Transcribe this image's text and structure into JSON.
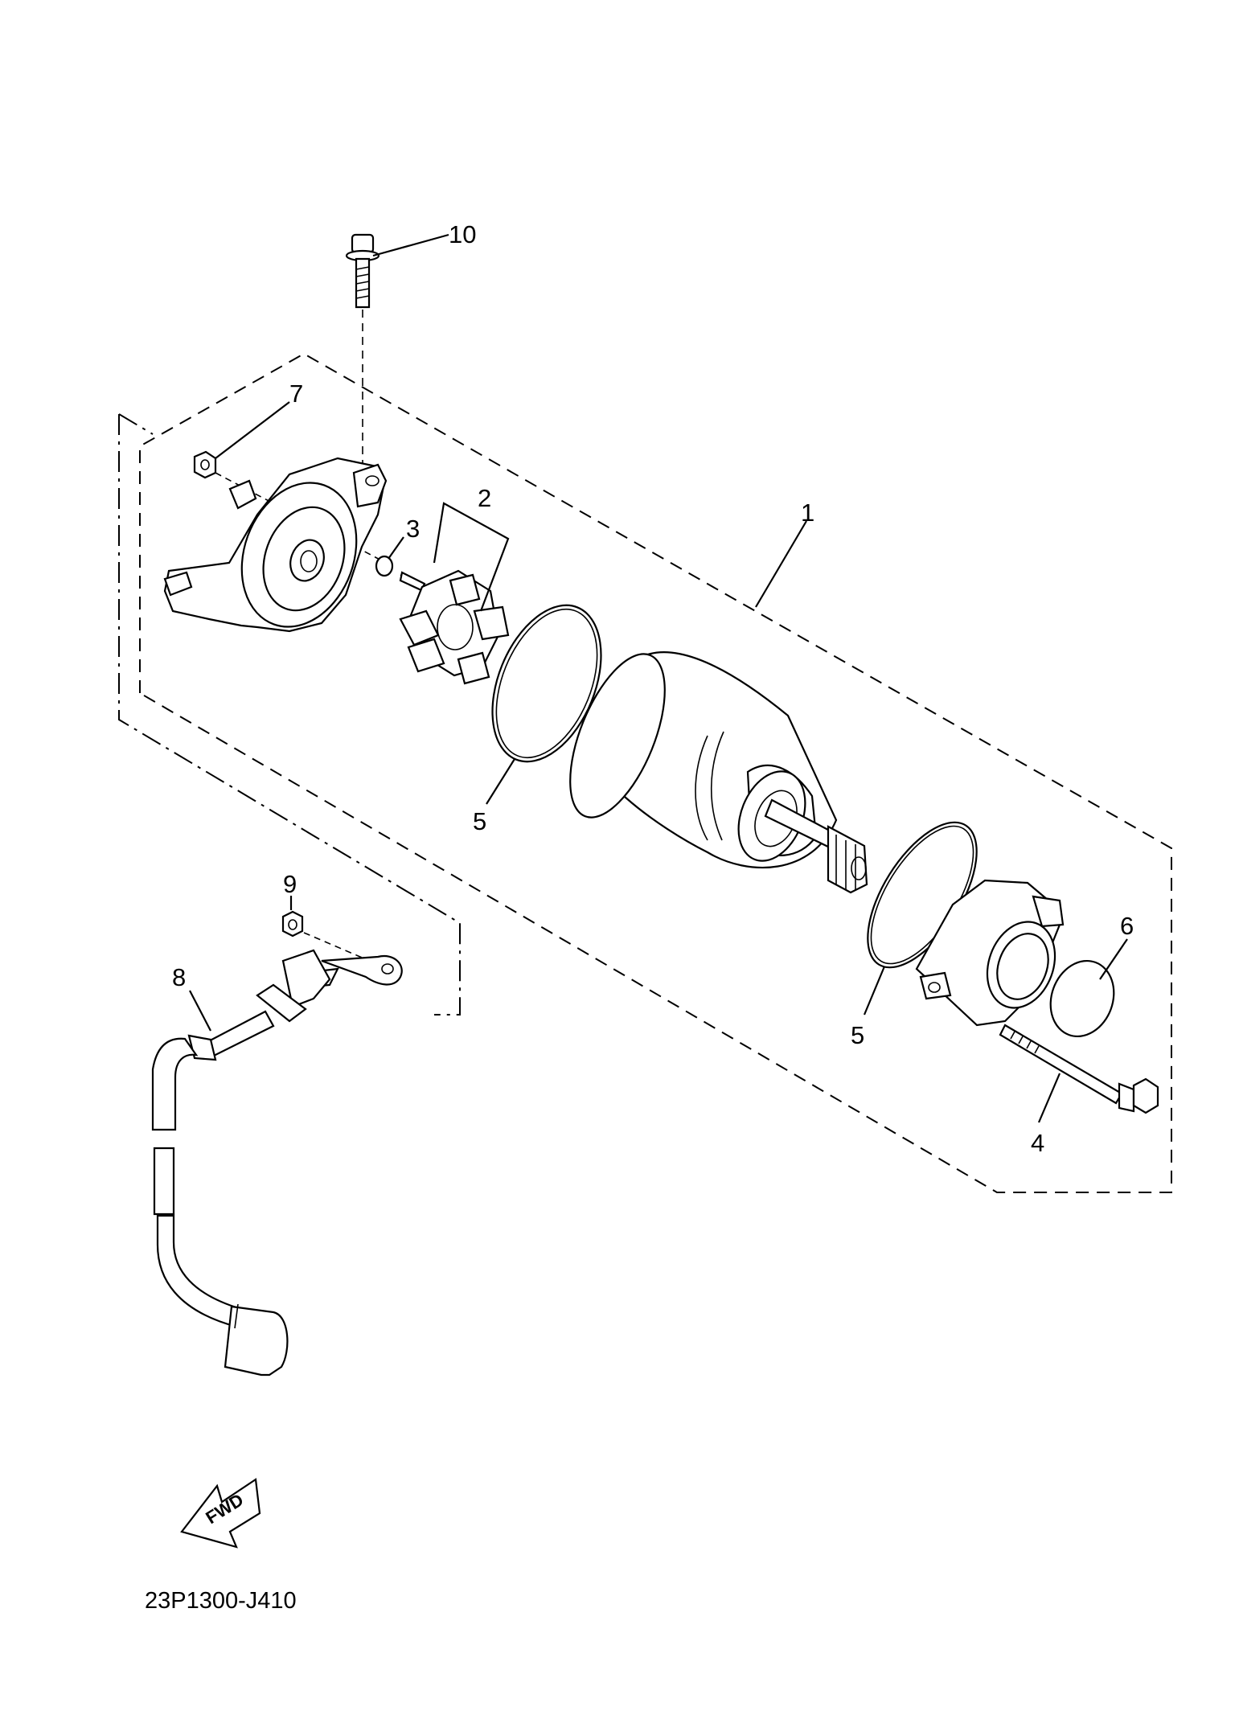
{
  "callouts": {
    "c1": "1",
    "c2": "2",
    "c3": "3",
    "c4": "4",
    "c5a": "5",
    "c5b": "5",
    "c6": "6",
    "c7": "7",
    "c8": "8",
    "c9": "9",
    "c10": "10"
  },
  "direction_arrow": {
    "text": "FWD",
    "icon": "fwd-arrow-icon"
  },
  "diagram_code": "23P1300-J410"
}
